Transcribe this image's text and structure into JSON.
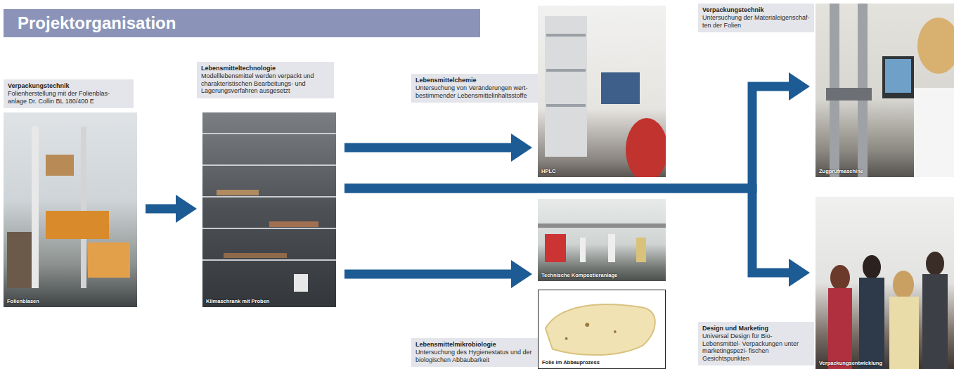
{
  "diagram": {
    "title": "Projektorganisation",
    "nodes": [
      {
        "text": [
          "Verpackungstechnik",
          "Folienherstellung mit der Folienblas- anlage Dr. Collin BL 180/400 E",
          "Folienblasen"
        ]
      },
      {
        "text": [
          "Lebensmitteltechnologie",
          "Modelllebensmittel werden verpackt und charakteristischen Bearbeitungs- und Lagerungsverfahren ausgesetzt",
          "Klimaschrank mit Proben"
        ]
      },
      {
        "text": [
          "Lebensmittelchemie",
          "Untersuchung von Veränderungen wert- bestimmender Lebensmittelinhaltsstoffe",
          "HPLC"
        ]
      },
      {
        "text": [
          "Lebensmittelmikrobiologie",
          "Untersuchung des Hygienestatus und der biologischen Abbaubarkeit",
          "Technische Kompostieranlage",
          "Folie im Abbauprozess"
        ]
      },
      {
        "text": [
          "Verpackungstechnik",
          "Untersuchung der Materialeigenschaf- ten der Folien",
          "Zugprüfmaschine"
        ]
      },
      {
        "text": [
          "Design und Marketing",
          "Universal Design für Bio-Lebensmittel- Verpackungen unter marketingspezi- fischen Gesichtspunkten",
          "Verpackungsentwicklung"
        ]
      }
    ],
    "edges": [
      {
        "from": 0,
        "to": 1,
        "arrow": "to"
      },
      {
        "from": 1,
        "to": 2,
        "arrow": "to"
      },
      {
        "from": 1,
        "to": 3,
        "arrow": "to"
      },
      {
        "from": 1,
        "to": 4,
        "arrow": "to"
      },
      {
        "from": 1,
        "to": 5,
        "arrow": "to"
      }
    ]
  }
}
